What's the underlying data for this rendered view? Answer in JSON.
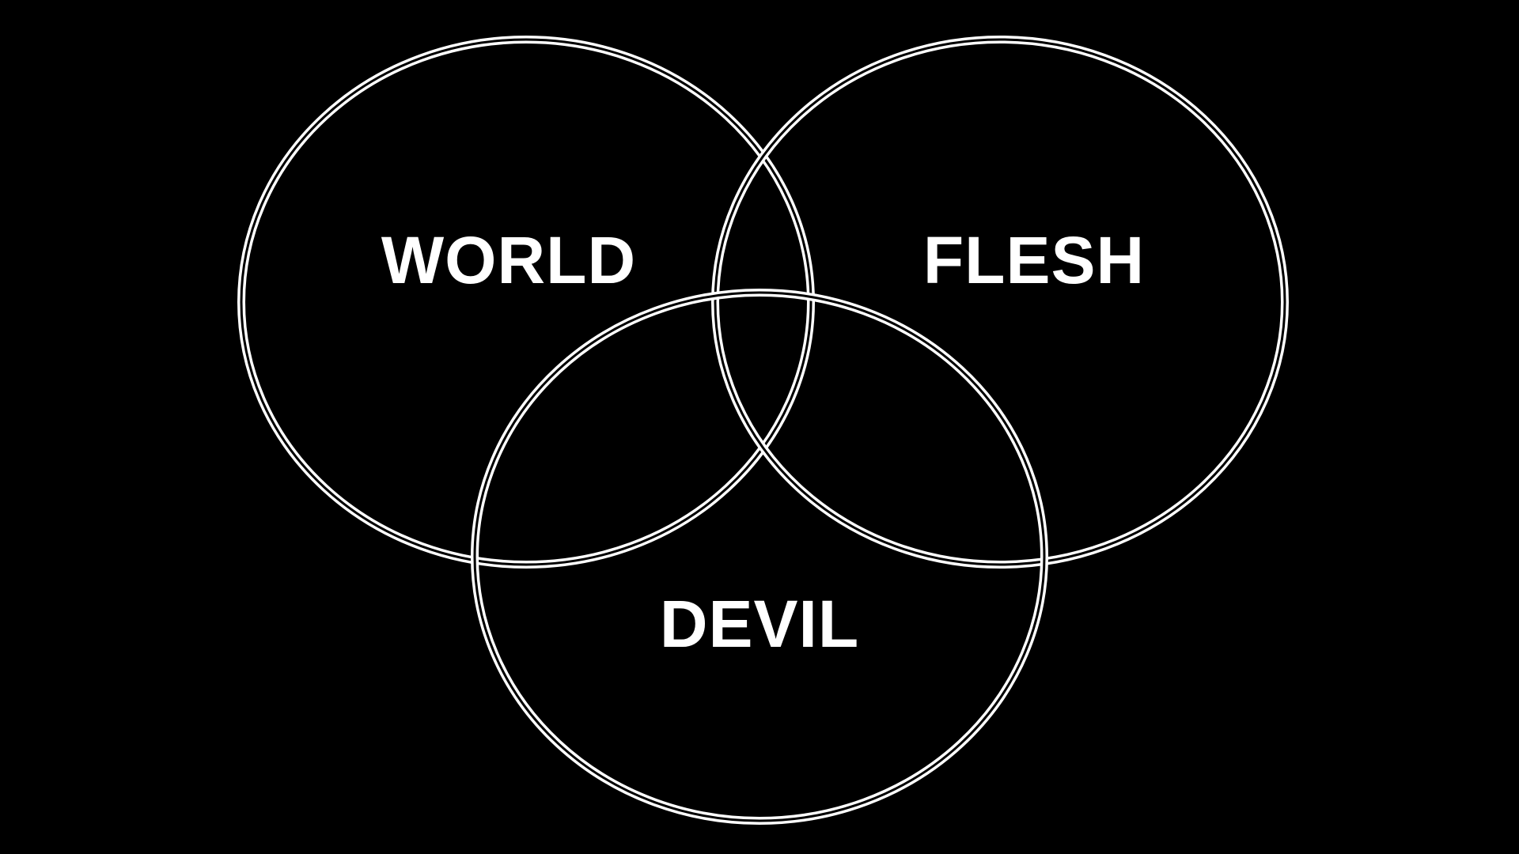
{
  "diagram": {
    "background_color": "#000000",
    "line_color": "#ffffff",
    "sets": [
      {
        "id": "world",
        "label": "WORLD"
      },
      {
        "id": "flesh",
        "label": "FLESH"
      },
      {
        "id": "devil",
        "label": "DEVIL"
      }
    ]
  }
}
